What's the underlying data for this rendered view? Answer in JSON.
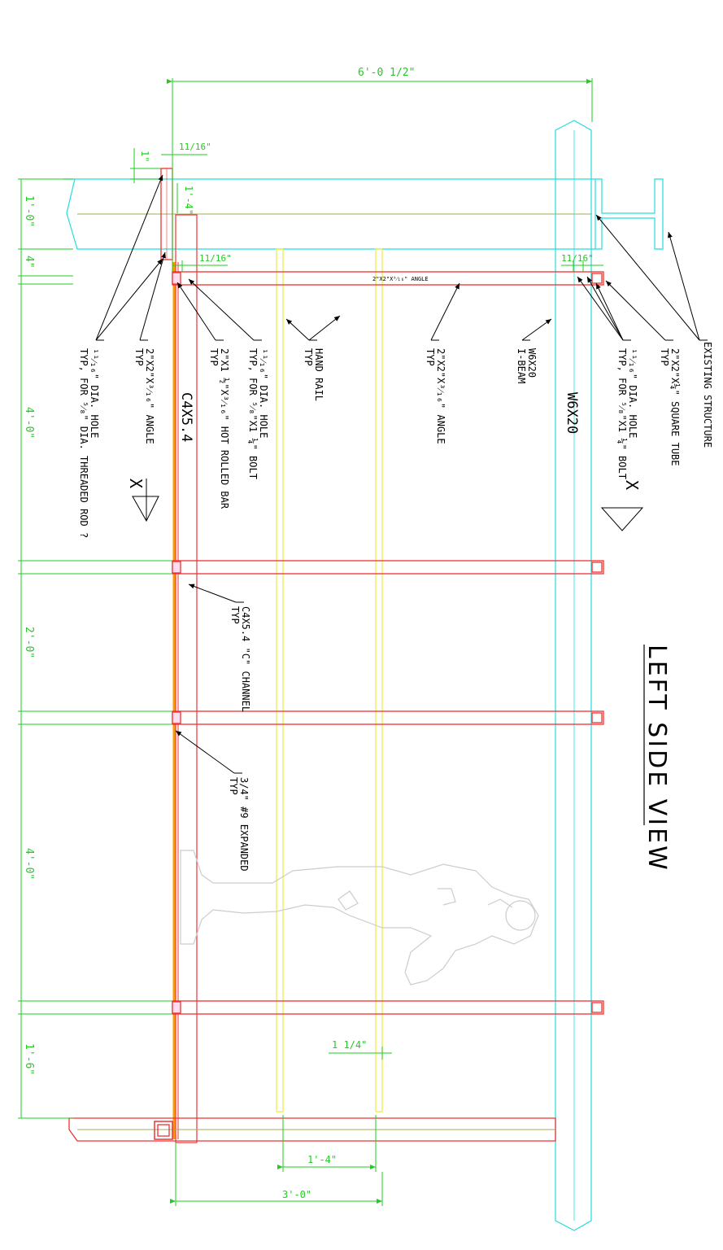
{
  "title": "LEFT SIDE VIEW",
  "colors": {
    "dimension": "#22cc22",
    "steel": "#ee3333",
    "existing": "#22dddd",
    "handrail": "#eeee44",
    "centerline": "#aaaa55",
    "grating": "#ff9900",
    "figure": "#cccccc",
    "text": "#000000"
  },
  "dimensions": {
    "overall_width": "6'-0 1/2\"",
    "offset_top": "11/16\"",
    "offset_mid": "11/16\"",
    "offset_right": "11/16\"",
    "dim_1in": "1\"",
    "dim_1ft4": "1'-4\"",
    "handrail_gap": "1 1/4\"",
    "handrail_spacing": "1'-4\"",
    "bottom_width": "3'-0\"",
    "left_chain": [
      "1'-0\"",
      "4\"",
      "4'-0\"",
      "2'-0\"",
      "4'-0\"",
      "1'-6\""
    ]
  },
  "labels": {
    "angle_small": "2\"X2\"X⁵⁄₁₆\" ANGLE",
    "c4x54": "C4X5.4",
    "w6x20": "W6X20",
    "section_mark_left": "X",
    "section_mark_right": "X"
  },
  "callouts": {
    "hole_rod": [
      "¹¹⁄₁₆\" DIA. HOLE",
      "TYP, FOR ⁵⁄₈\" DIA. THREADED ROD ?"
    ],
    "angle_a": [
      "2\"X2\"X³⁄₁₆\" ANGLE",
      "TYP"
    ],
    "bar": [
      "2\"X1 ½\"X³⁄₁₆\" HOT ROLLED BAR",
      "TYP"
    ],
    "hole_bolt_left": [
      "¹¹⁄₁₆\" DIA. HOLE",
      "TYP, FOR ⁵⁄₈\"X1 ¼\" BOLT"
    ],
    "hand_rail": [
      "HAND RAIL",
      "TYP"
    ],
    "angle_b": [
      "2\"X2\"X³⁄₁₆\" ANGLE",
      "TYP"
    ],
    "ibeam": [
      "W6X20",
      "I-BEAM"
    ],
    "hole_bolt_right": [
      "¹¹⁄₁₆\" DIA. HOLE",
      "TYP, FOR ⁵⁄₈\"X1 ¼\" BOLT"
    ],
    "square_tube": [
      "2\"X2\"X¼\" SQUARE TUBE",
      "TYP"
    ],
    "existing": [
      "EXISTING STRUCTURE"
    ],
    "channel": [
      "C4X5.4 \"C\" CHANNEL",
      "TYP"
    ],
    "expanded": [
      "3/4\" #9 EXPANDED",
      "TYP"
    ]
  }
}
